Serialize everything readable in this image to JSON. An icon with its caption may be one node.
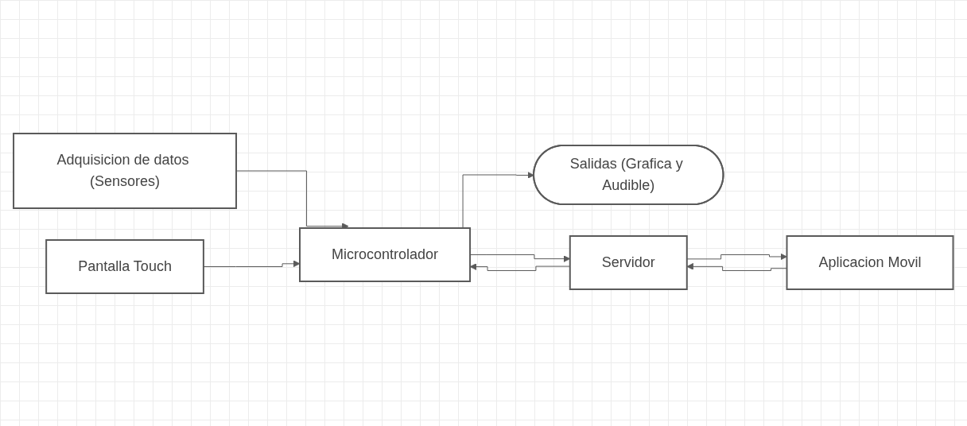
{
  "diagram": {
    "nodes": [
      {
        "text": [
          "Adquisicion de datos (Sensores)"
        ]
      },
      {
        "text": [
          "Pantalla Touch"
        ]
      },
      {
        "text": [
          "Microcontrolador"
        ]
      },
      {
        "text": [
          "Salidas (Grafica y Audible)"
        ]
      },
      {
        "text": [
          "Servidor"
        ]
      },
      {
        "text": [
          "Aplicacion Movil"
        ]
      }
    ],
    "edges": [
      {
        "from": 0,
        "to": 2,
        "arrow": "to"
      },
      {
        "from": 1,
        "to": 2,
        "arrow": "to"
      },
      {
        "from": 2,
        "to": 3,
        "arrow": "to"
      },
      {
        "from": 4,
        "to": 2,
        "arrow": "to"
      },
      {
        "from": 2,
        "to": 4,
        "arrow": "to"
      },
      {
        "from": 5,
        "to": 4,
        "arrow": "to"
      },
      {
        "from": 4,
        "to": 5,
        "arrow": "to"
      }
    ]
  }
}
